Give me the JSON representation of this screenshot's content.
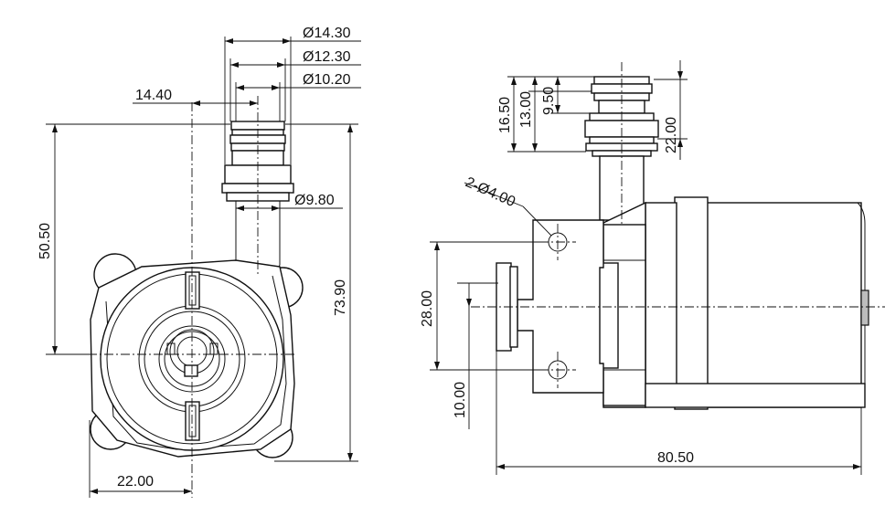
{
  "front_view": {
    "dims": {
      "outer_dia": "Ø14.30",
      "mid_dia": "Ø12.30",
      "inner_dia": "Ø10.20",
      "tube_dia": "Ø9.80",
      "outlet_offset": "14.40",
      "outlet_height": "50.50",
      "overall_height": "73.90",
      "half_width": "22.00"
    }
  },
  "side_view": {
    "dims": {
      "mount_holes": "2-Ø4.00",
      "barb_16": "16.50",
      "barb_13": "13.00",
      "barb_9": "9.50",
      "barb_22": "22.00",
      "hole_spacing": "28.00",
      "inlet_offset": "10.00",
      "overall_length": "80.50"
    }
  }
}
